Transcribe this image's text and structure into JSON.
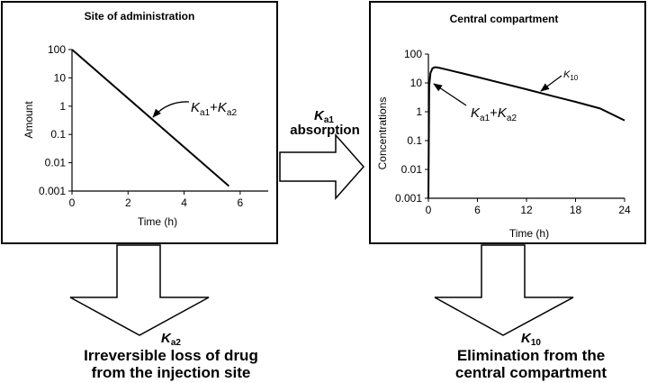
{
  "left_panel": {
    "title": "Site of administration",
    "ylabel": "Amount",
    "xlabel": "Time (h)",
    "annotation": {
      "k": "K",
      "a1": "a1",
      "plus": "+",
      "a2": "a2"
    }
  },
  "right_panel": {
    "title": "Central compartment",
    "ylabel": "Concentrations",
    "xlabel": "Time (h)",
    "annotation": {
      "k": "K",
      "a1": "a1",
      "plus": "+",
      "a2": "a2"
    },
    "k10_label": {
      "k": "K",
      "sub": "10"
    }
  },
  "middle_arrow": {
    "k": "K",
    "sub": "a1",
    "label": "absorption"
  },
  "bottom_left": {
    "k": "K",
    "sub": "a2",
    "line1": "Irreversible loss of drug",
    "line2": "from the injection site"
  },
  "bottom_right": {
    "k": "K",
    "sub": "10",
    "line1": "Elimination from the",
    "line2": "central compartment"
  },
  "chart_data": [
    {
      "type": "line",
      "title": "Site of administration",
      "xlabel": "Time (h)",
      "ylabel": "Amount",
      "yscale": "log",
      "xlim": [
        0,
        7
      ],
      "ylim": [
        0.001,
        100
      ],
      "xticks": [
        "0",
        "2",
        "4",
        "6"
      ],
      "yticks": [
        "0.001",
        "0.01",
        "0.1",
        "1",
        "10",
        "100"
      ],
      "x": [
        0,
        5.6
      ],
      "y": [
        100,
        0.0015
      ]
    },
    {
      "type": "line",
      "title": "Central compartment",
      "xlabel": "Time (h)",
      "ylabel": "Concentrations",
      "yscale": "log",
      "xlim": [
        0,
        24
      ],
      "ylim": [
        0.001,
        100
      ],
      "xticks": [
        "0",
        "6",
        "12",
        "18",
        "24"
      ],
      "yticks": [
        "0.001",
        "0.01",
        "0.1",
        "1",
        "10",
        "100"
      ],
      "x": [
        0,
        0.1,
        0.25,
        0.5,
        0.8,
        1.2,
        2,
        4,
        6,
        9,
        12,
        15,
        18,
        21,
        24
      ],
      "y": [
        0.001,
        8,
        22,
        32,
        35,
        34,
        30,
        22,
        16,
        9.8,
        6,
        3.6,
        2.2,
        1.3,
        0.5
      ]
    }
  ]
}
